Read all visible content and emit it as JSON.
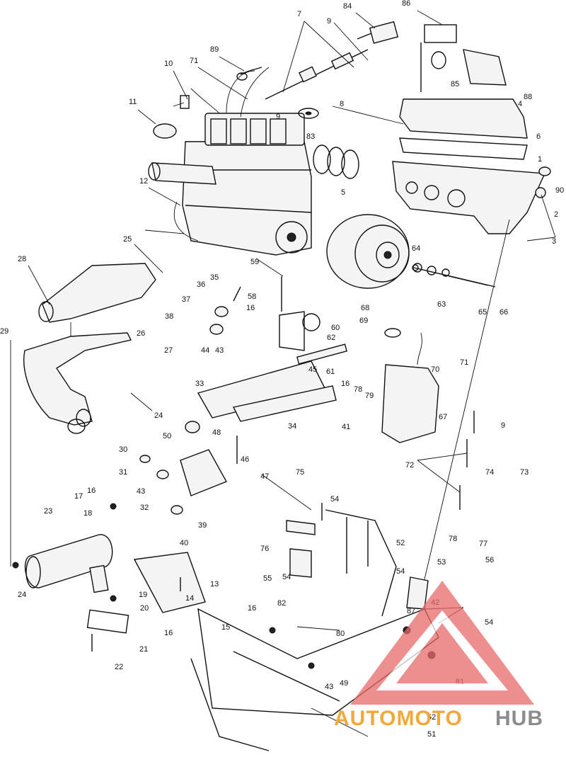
{
  "diagram": {
    "callouts": [
      "84",
      "86",
      "7",
      "9",
      "89",
      "71",
      "10",
      "11",
      "9",
      "8",
      "83",
      "85",
      "88",
      "4",
      "6",
      "1",
      "12",
      "5",
      "90",
      "2",
      "3",
      "25",
      "28",
      "59",
      "35",
      "36",
      "58",
      "16",
      "60",
      "68",
      "69",
      "64",
      "63",
      "65",
      "66",
      "37",
      "38",
      "44",
      "43",
      "62",
      "61",
      "45",
      "27",
      "26",
      "29",
      "16",
      "71",
      "70",
      "78",
      "79",
      "33",
      "67",
      "24",
      "41",
      "34",
      "50",
      "48",
      "9",
      "46",
      "30",
      "31",
      "47",
      "72",
      "74",
      "73",
      "75",
      "54",
      "43",
      "32",
      "16",
      "17",
      "18",
      "39",
      "40",
      "76",
      "52",
      "78",
      "77",
      "53",
      "56",
      "23",
      "24",
      "19",
      "20",
      "13",
      "14",
      "55",
      "54",
      "54",
      "87",
      "42",
      "54",
      "16",
      "15",
      "82",
      "80",
      "16",
      "21",
      "22",
      "43",
      "49",
      "81",
      "52",
      "51"
    ]
  },
  "watermark": {
    "text_a": "AUTOMOTO",
    "text_b": "HUB",
    "color_a": "#f2a93b",
    "color_b": "#8c8c8c",
    "logo_color": "#e86a6a"
  }
}
